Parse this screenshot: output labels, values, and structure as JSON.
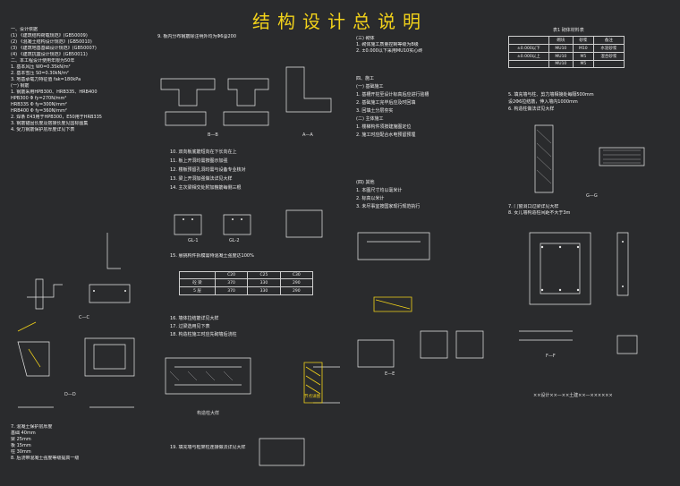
{
  "title": "结构设计总说明",
  "column1": {
    "lines": [
      "一、设计依据",
      "(1) 《建筑结构荷载规范》(GB50009)",
      "(2) 《混凝土结构设计规范》(GB50010)",
      "(3) 《建筑地基基础设计规范》(GB50007)",
      "(4) 《建筑抗震设计规范》(GB50011)",
      "二、本工程设计使用年限为50年",
      "1. 基本风压 W0=0.35kN/m²",
      "2. 基本雪压 S0=0.30kN/m²",
      "3. 地基承载力特征值 fak=180kPa",
      "(一) 钢筋",
      "1. 钢筋采用HPB300、HRB335、HRB400",
      "HPB300  Φ  fy=270N/mm²",
      "HRB335  Φ  fy=300N/mm²",
      "HRB400  Φ  fy=360N/mm²",
      "2. 焊条 E43用于HPB300，E50用于HRB335",
      "3. 钢筋锚固长度及搭接长度见国标图集",
      "4. 受力钢筋保护层厚度详见下表"
    ],
    "lines2": [
      "7. 混凝土保护层厚度",
      "基础 40mm",
      "梁 25mm",
      "板 15mm",
      "柱 30mm",
      "8. 后浇带混凝土强度等级提高一级"
    ]
  },
  "column2": {
    "lines": [
      "9. 板内分布钢筋除注明外均为Φ6@200",
      "10. 双向板底筋短向在下长向在上",
      "11. 板上开洞均需按图示加强",
      "12. 楼板预留孔洞均需与设备专业核对",
      "13. 梁上开洞加强做法详见大样",
      "14. 主次梁相交处附加箍筋每侧三根",
      "15. 悬挑构件拆模需待混凝土强度达100%",
      "16. 墙体拉结筋详见大样",
      "17. 过梁选用见下表",
      "18. 构造柱施工时应先砌墙后浇柱",
      "19. 填充墙与框架柱连接做法详见大样"
    ],
    "table": {
      "headers": [
        "",
        "C20",
        "C25",
        "C30"
      ],
      "rows": [
        [
          "砼 梁",
          "370",
          "330",
          "290"
        ],
        [
          "5 层",
          "370",
          "330",
          "290"
        ]
      ]
    }
  },
  "column3": {
    "lines": [
      "(三) 砌体",
      "1. 砌体施工质量控制等级为B级",
      "2. ±0.000以下采用MU10实心砖",
      "四、施工",
      "(一) 基础施工",
      "1. 基槽开挖至设计标高后应进行验槽",
      "2. 基础施工完毕后应及时回填",
      "3. 回填土分层夯实",
      "(二) 主体施工",
      "1. 楼梯构件须按建施图定位",
      "2. 施工时应配合水电预留预埋",
      "(四) 其他",
      "1. 本图尺寸均以毫米计",
      "2. 标高以米计",
      "3. 未尽事宜按国家现行规范执行"
    ]
  },
  "column4": {
    "table_title": "表1 砌体材料表",
    "table": {
      "headers": [
        "",
        "砌块",
        "砂浆",
        "备注"
      ],
      "rows": [
        [
          "±0.000以下",
          "MU10",
          "M10",
          "水泥砂浆"
        ],
        [
          "±0.000以上",
          "MU10",
          "M5",
          "混合砂浆"
        ],
        [
          "",
          "MU10",
          "M5",
          ""
        ]
      ]
    },
    "notes": [
      "5. 填充墙与柱、剪力墙相接处每隔500mm",
      "设2Φ6拉结筋，伸入墙内1000mm",
      "6. 构造柱做法详见大样",
      "7. 门窗洞口过梁详见大样",
      "8. 女儿墙构造柱间距不大于3m"
    ],
    "bottom": "××设计××—××土建××—××××××"
  },
  "labels": {
    "section_a": "A—A",
    "section_b": "B—B",
    "section_c": "C—C",
    "section_d": "D—D",
    "section_e": "E—E",
    "section_f": "F—F",
    "section_g": "G—G",
    "gl1": "GL-1",
    "gl2": "GL-2",
    "detail": "构造柱大样",
    "node": "节点详图"
  },
  "colors": {
    "background": "#2a2b2d",
    "title": "#f2d21a",
    "lines": "#e8e8e8",
    "accent": "#f2d21a"
  }
}
